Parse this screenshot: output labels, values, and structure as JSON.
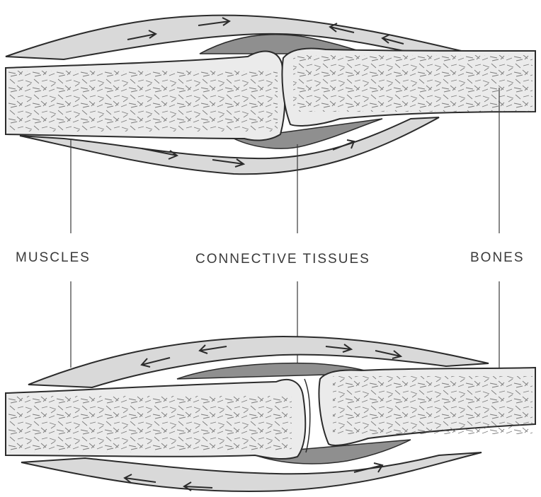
{
  "labels": {
    "muscles": "MUSCLES",
    "connective_tissues": "CONNECTIVE TISSUES",
    "bones": "BONES"
  },
  "colors": {
    "bone_fill": "#ebebeb",
    "muscle_fill": "#d9d9d9",
    "connective_fill": "#8f8f8f",
    "outline": "#2b2b2b",
    "texture": "#555555"
  },
  "panels": [
    {
      "name": "top-joint",
      "state": "flexed-left"
    },
    {
      "name": "bottom-joint",
      "state": "flexed-right"
    }
  ]
}
